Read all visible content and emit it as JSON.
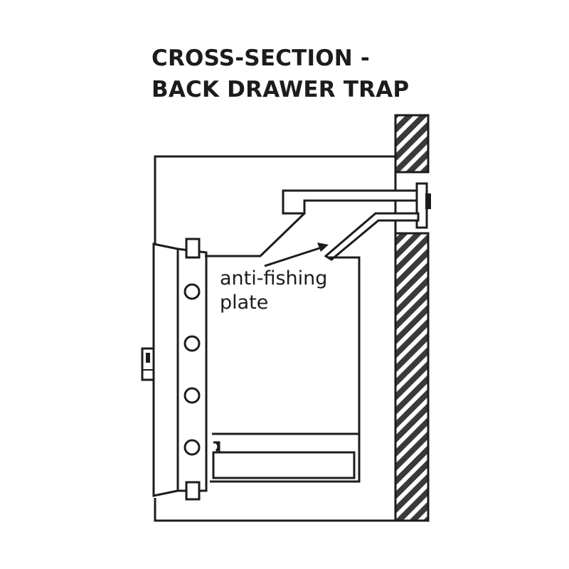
{
  "title": {
    "line1": "CROSS-SECTION -",
    "line2": "BACK DRAWER TRAP"
  },
  "callout": {
    "line1": "anti-fishing",
    "line2": "plate"
  },
  "colors": {
    "ink": "#1c1c1c",
    "wall_hatch": "#3a3a3a",
    "background": "#ffffff"
  }
}
